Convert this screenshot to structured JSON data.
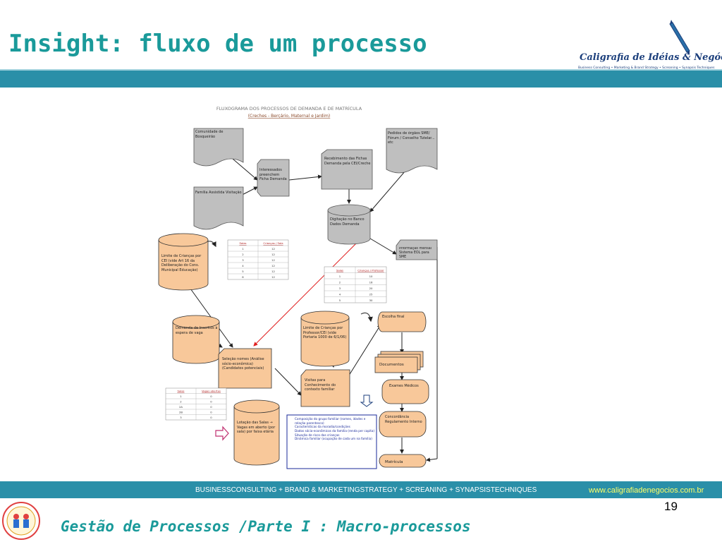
{
  "slide": {
    "title": "Insight: fluxo de um processo",
    "page_number": "19",
    "bottom_title": "Gestão de Processos /Parte I : Macro-processos"
  },
  "logo": {
    "name": "Caligrafia de Idéias & Negócios ®",
    "tagline": "Business Consulting • Marketing & Brand Strategy • Screaning • Synapsis Techniques"
  },
  "footer": {
    "services": "BUSINESSCONSULTING  +   BRAND  &  MARKETINGSTRATEGY  +   SCREANING  +  SYNAPSISTECHNIQUES",
    "url": "www.caligrafiadenegocios.com.br"
  },
  "diagram": {
    "title": "FLUXOGRAMA DOS PROCESSOS DE DEMANDA E DE MATRÍCULA",
    "subtitle": "(Creches - Berçário, Maternal e Jardim)",
    "nodes": {
      "comunidade": "Comunidade de Bosqueirão",
      "familia": "Família Assistida Visitação",
      "interessados": "Interessados preenchem Ficha Demanda",
      "recebimento": "Recebimento das Fichas Demanda pela CEI/Creche",
      "pedidos": "Pedidos de órgãos SME/ Fórum / Conselho Tutelar... etc",
      "digitacao": "Digitação no Banco Dados Demanda",
      "informacao": "Informação mensal Sistema EOL para SME",
      "limite_criancas": "Limite de Crianças por CEI (vide Art 16 da Deliberação do Cons. Municipal Educação)",
      "demanda_inscrita": "Demanda de Inscritos à espera de vaga",
      "limite_professor": "Limite de Crianças por Professor/CEI (vide Portaria 1000 de 6/1/06)",
      "selecao": "Seleção nomes (Análise sócio-econômica) (Candidatos potenciais)",
      "visitas": "Visitas para Conhecimento do contexto familiar",
      "escolha_final": "Escolha final",
      "documentos": "Documentos",
      "exames": "Exames Médicos",
      "concordancia": "Concordância Regulamento Interno",
      "matricula": "Matrícula",
      "lotacao": "Lotação das Salas → Vagas em aberto (por sala) por faixa etária"
    },
    "table1_headers": [
      "Salas",
      "Crianças / Sala"
    ],
    "table1_rows": [
      [
        "1",
        "12"
      ],
      [
        "2",
        "12"
      ],
      [
        "3",
        "12"
      ],
      [
        "4",
        "12"
      ],
      [
        "5",
        "12"
      ],
      [
        "6",
        "12"
      ]
    ],
    "table2_headers": [
      "Salas",
      "Crianças / Professor"
    ],
    "table2_rows": [
      [
        "1",
        "10"
      ],
      [
        "2",
        "16"
      ],
      [
        "3",
        "20"
      ],
      [
        "4",
        "25"
      ],
      [
        "5",
        "30"
      ]
    ],
    "table3_headers": [
      "Salas",
      "Vagas abertas"
    ],
    "table3_rows": [
      [
        "1",
        "0"
      ],
      [
        "2",
        "0"
      ],
      [
        "2A",
        "0"
      ],
      [
        "2B",
        "0"
      ],
      [
        "3",
        "0"
      ]
    ],
    "criteria_items": [
      "Composição do grupo familiar (nomes, idades e relação parentesco)",
      "Características da moradia/condições",
      "Dados sócio-econômicos da família (renda per capita)",
      "Situação de risco das crianças",
      "Dinâmica familiar (ocupação de cada um na família)"
    ]
  },
  "colors": {
    "teal_title": "#1a9a9a",
    "teal_bar": "#2a8fa8",
    "orange_shape": "#f8c89a",
    "gray_shape": "#bfbfbf",
    "footer_url": "#ffff66"
  }
}
